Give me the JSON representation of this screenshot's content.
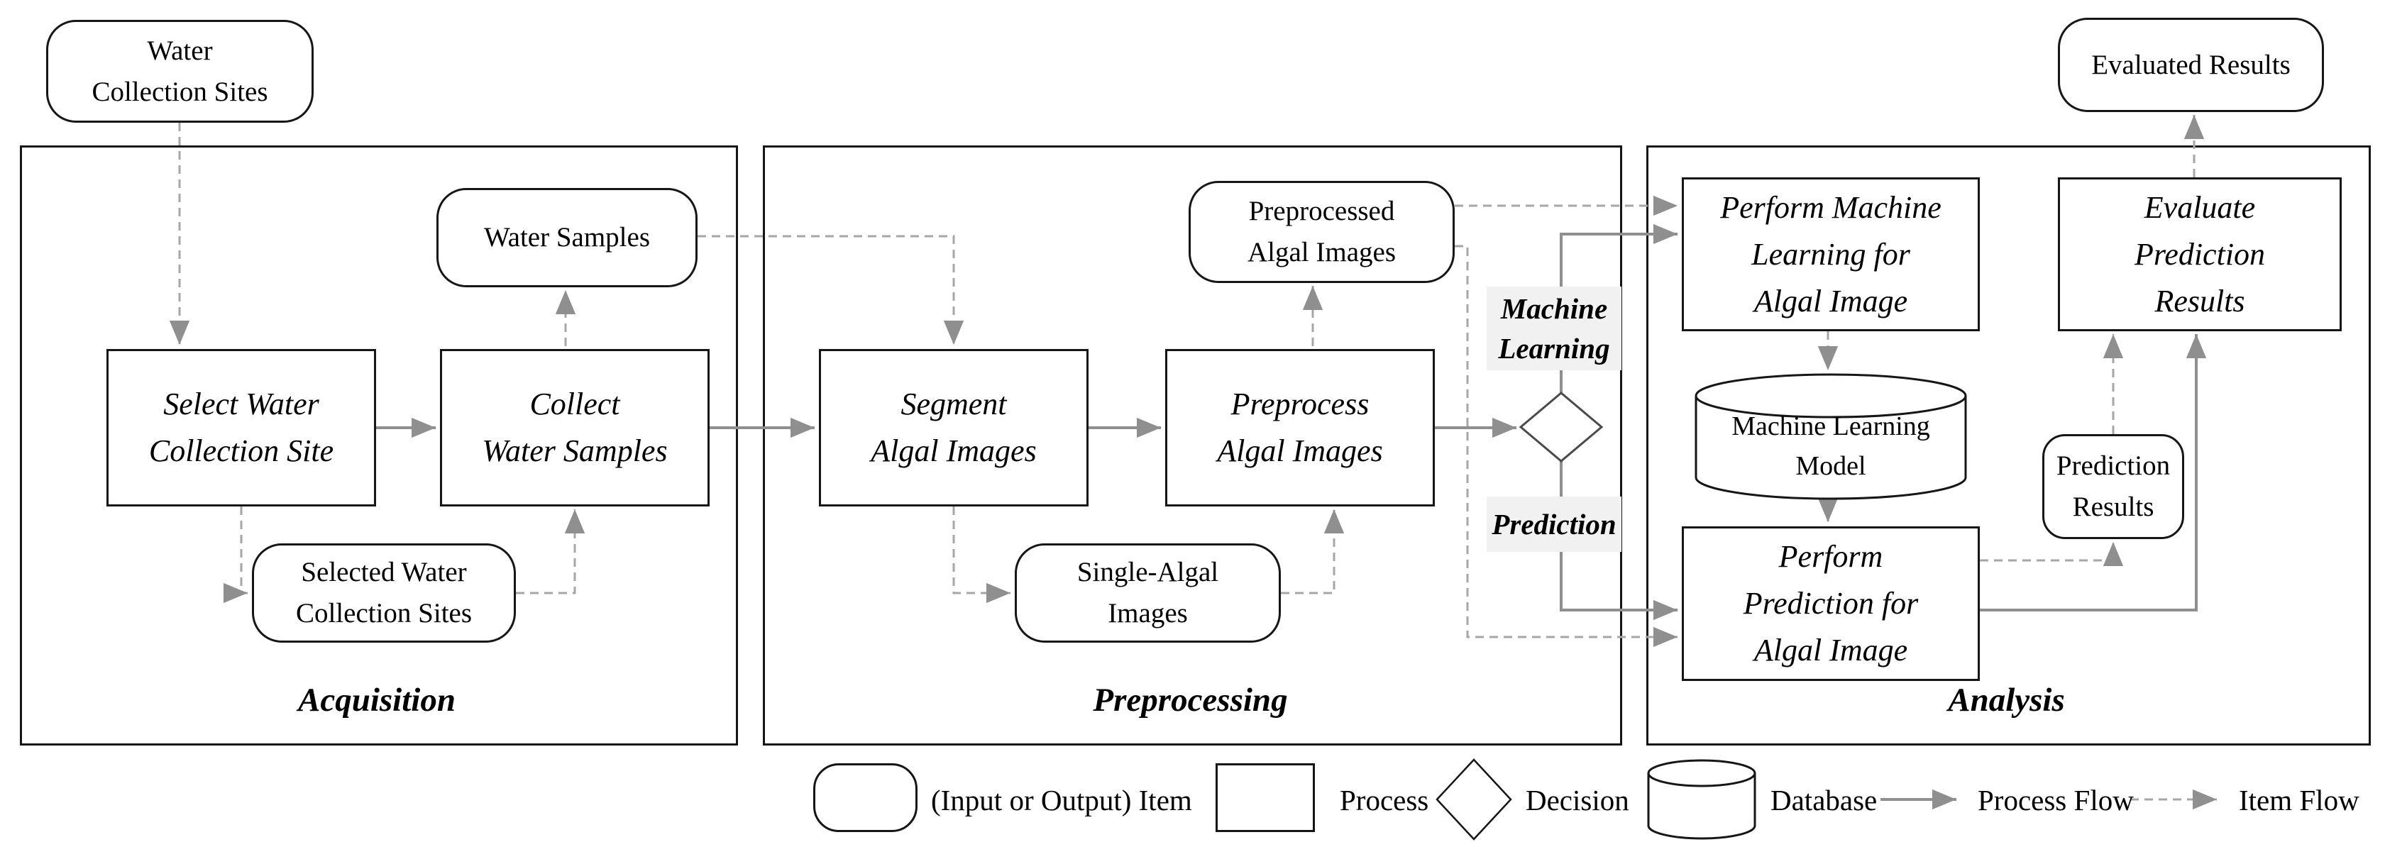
{
  "figure": {
    "type": "flowchart",
    "background": "#ffffff"
  },
  "palette": {
    "box_border": "#161616",
    "process_flow_line": "#8f8f8f",
    "item_flow_line": "#a6a6a6",
    "arrowhead": "#8f8f8f",
    "branch_label_bg": "#f1f1f1",
    "text": "#000000"
  },
  "sections": {
    "acquisition": {
      "label": "Acquisition"
    },
    "preprocessing": {
      "label": "Preprocessing"
    },
    "analysis": {
      "label": "Analysis"
    }
  },
  "nodes": {
    "water_collection_sites": {
      "type": "item",
      "lines": [
        "Water",
        "Collection Sites"
      ]
    },
    "select_site": {
      "type": "process",
      "lines": [
        "Select Water",
        "Collection Site"
      ]
    },
    "collect_samples": {
      "type": "process",
      "lines": [
        "Collect",
        "Water Samples"
      ]
    },
    "water_samples": {
      "type": "item",
      "lines": [
        "Water Samples"
      ]
    },
    "selected_sites": {
      "type": "item",
      "lines": [
        "Selected Water",
        "Collection Sites"
      ]
    },
    "segment": {
      "type": "process",
      "lines": [
        "Segment",
        "Algal Images"
      ]
    },
    "preprocess": {
      "type": "process",
      "lines": [
        "Preprocess",
        "Algal Images"
      ]
    },
    "preprocessed": {
      "type": "item",
      "lines": [
        "Preprocessed",
        "Algal Images"
      ]
    },
    "single_algal": {
      "type": "item",
      "lines": [
        "Single-Algal",
        "Images"
      ]
    },
    "decision": {
      "type": "decision"
    },
    "perform_ml": {
      "type": "process",
      "lines": [
        "Perform Machine",
        "Learning for",
        "Algal Image"
      ]
    },
    "ml_model": {
      "type": "database",
      "lines": [
        "Machine Learning",
        "Model"
      ]
    },
    "perform_prediction": {
      "type": "process",
      "lines": [
        "Perform",
        "Prediction for",
        "Algal Image"
      ]
    },
    "prediction_results": {
      "type": "item",
      "lines": [
        "Prediction",
        "Results"
      ]
    },
    "evaluate": {
      "type": "process",
      "lines": [
        "Evaluate",
        "Prediction",
        "Results"
      ]
    },
    "evaluated_results": {
      "type": "item",
      "lines": [
        "Evaluated Results"
      ]
    }
  },
  "branch_labels": {
    "machine_learning": {
      "lines": [
        "Machine",
        "Learning"
      ]
    },
    "prediction": {
      "lines": [
        "Prediction"
      ]
    }
  },
  "legend": {
    "item_label": "(Input or Output) Item",
    "process_label": "Process",
    "decision_label": "Decision",
    "database_label": "Database",
    "process_flow_label": "Process Flow",
    "item_flow_label": "Item Flow"
  }
}
